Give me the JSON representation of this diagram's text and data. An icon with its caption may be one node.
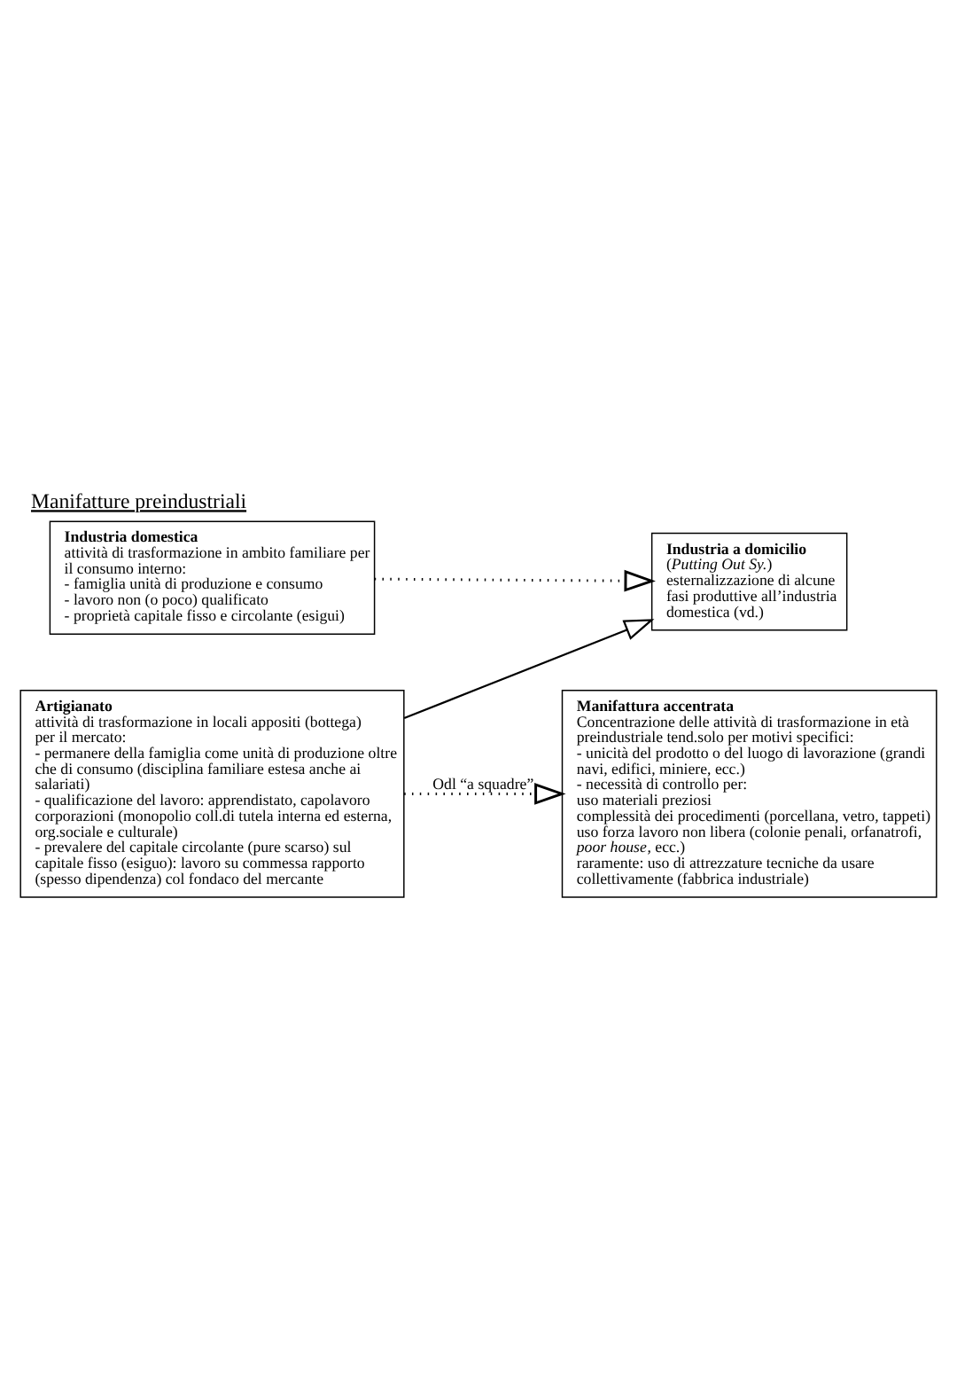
{
  "diagram": {
    "title": "Manifatture preindustriali",
    "nodes": [
      {
        "text": [
          "Industria domestica",
          "attività di trasformazione in ambito familiare per il consumo interno:",
          "- famiglia unità di produzione e consumo",
          "- lavoro non (o poco) qualificato",
          "- proprietà capitale fisso e circolante (esigui)"
        ]
      },
      {
        "text": [
          "Industria a domicilio",
          "(*Putting Out Sy.*) esternalizzazione di alcune fasi produttive all’industria domestica (vd.)"
        ]
      },
      {
        "text": [
          "Artigianato",
          "attività di trasformazione in locali appositi (bottega) per il mercato:",
          "- permanere della famiglia come unità di produzione oltre che di consumo (disciplina familiare estesa anche ai salariati)",
          "- qualificazione del lavoro: apprendistato, capolavoro corporazioni (monopolio coll.di tutela interna ed esterna, org.sociale e culturale)",
          "- prevalere del capitale circolante (pure scarso) sul capitale fisso (esiguo): lavoro su commessa rapporto (spesso dipendenza) col fondaco del mercante"
        ]
      },
      {
        "text": [
          "Manifattura accentrata",
          "Concentrazione delle attività di trasformazione in età preindustriale tend.solo per motivi specifici:",
          "- unicità del prodotto o del luogo di lavorazione (grandi navi, edifici, miniere, ecc.)",
          "- necessità di controllo per:",
          "uso materiali preziosi",
          "complessità dei procedimenti (porcellana, vetro, tappeti)",
          "uso forza lavoro non libera (colonie penali, orfanatrofi, *poor house*, ecc.)",
          "raramente: uso di attrezzature tecniche da usare collettivamente (fabbrica industriale)"
        ]
      }
    ],
    "edges": [
      {
        "from": 0,
        "to": 1,
        "arrow": "to",
        "style": "dashed"
      },
      {
        "from": 2,
        "to": 1,
        "arrow": "to"
      },
      {
        "from": 2,
        "to": 3,
        "arrow": "to",
        "style": "dashed",
        "label": "Odl “a squadre”"
      }
    ]
  }
}
